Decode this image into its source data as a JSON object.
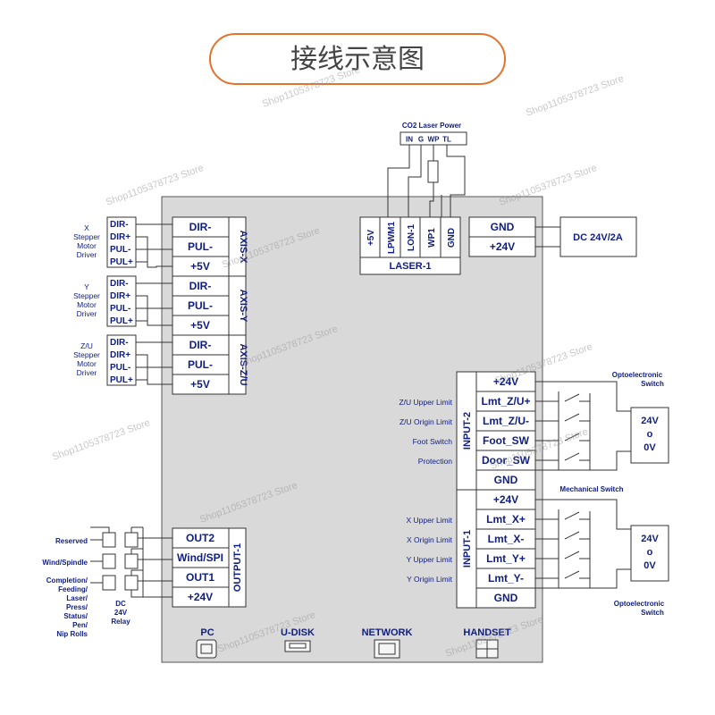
{
  "title": "接线示意图",
  "watermark": "Shop1105378723 Store",
  "co2_power": {
    "title": "CO2 Laser Power",
    "pins": [
      "IN",
      "G",
      "WP",
      "TL"
    ]
  },
  "laser_port": {
    "name": "LASER-1",
    "pins": [
      "+5V",
      "LPWM1",
      "LON-1",
      "WP1",
      "GND"
    ]
  },
  "power_port": {
    "pins": [
      "GND",
      "+24V"
    ],
    "supply": "DC 24V/2A"
  },
  "axis_x": {
    "name": "AXIS-X",
    "pins": [
      "DIR-",
      "PUL-",
      "+5V"
    ],
    "driver_label": [
      "X",
      "Stepper",
      "Motor",
      "Driver"
    ],
    "driver_pins": [
      "DIR-",
      "DIR+",
      "PUL-",
      "PUL+"
    ]
  },
  "axis_y": {
    "name": "AXIS-Y",
    "pins": [
      "DIR-",
      "PUL-",
      "+5V"
    ],
    "driver_label": [
      "Y",
      "Stepper",
      "Motor",
      "Driver"
    ],
    "driver_pins": [
      "DIR-",
      "DIR+",
      "PUL-",
      "PUL+"
    ]
  },
  "axis_zu": {
    "name": "AXIS-Z/U",
    "pins": [
      "DIR-",
      "PUL-",
      "+5V"
    ],
    "driver_label": [
      "Z/U",
      "Stepper",
      "Motor",
      "Driver"
    ],
    "driver_pins": [
      "DIR-",
      "DIR+",
      "PUL-",
      "PUL+"
    ]
  },
  "input2": {
    "name": "INPUT-2",
    "pins": [
      "+24V",
      "Lmt_Z/U+",
      "Lmt_Z/U-",
      "Foot_SW",
      "Door_SW",
      "GND"
    ],
    "signals": [
      "",
      "Z/U Upper Limit",
      "Z/U Origin Limit",
      "Foot Switch",
      "Protection",
      ""
    ]
  },
  "input1": {
    "name": "INPUT-1",
    "pins": [
      "+24V",
      "Lmt_X+",
      "Lmt_X-",
      "Lmt_Y+",
      "Lmt_Y-",
      "GND"
    ],
    "signals": [
      "",
      "X Upper Limit",
      "X Origin Limit",
      "Y Upper Limit",
      "Y Origin Limit",
      ""
    ]
  },
  "output1": {
    "name": "OUTPUT-1",
    "pins": [
      "OUT2",
      "Wind/SPI",
      "OUT1",
      "+24V"
    ],
    "loads": [
      "Reserved",
      "Wind/Spindle",
      "Completion/",
      "Feeding/",
      "Laser/",
      "Press/",
      "Status/",
      "Pen/",
      "Nip Rolls"
    ],
    "relay": [
      "DC",
      "24V",
      "Relay"
    ]
  },
  "switch_labels": {
    "opto_top": [
      "Optoelectronic",
      "Switch"
    ],
    "mech": "Mechanical Switch",
    "opto_bottom": [
      "Optoelectronic",
      "Switch"
    ],
    "supply_top": [
      "24V",
      "o",
      "0V"
    ],
    "supply_bottom": [
      "24V",
      "o",
      "0V"
    ]
  },
  "bottom_ports": [
    "PC",
    "U-DISK",
    "NETWORK",
    "HANDSET"
  ],
  "colors": {
    "title_border": "#e2732d",
    "board": "#d9d9d9",
    "text": "#0f1e80"
  }
}
